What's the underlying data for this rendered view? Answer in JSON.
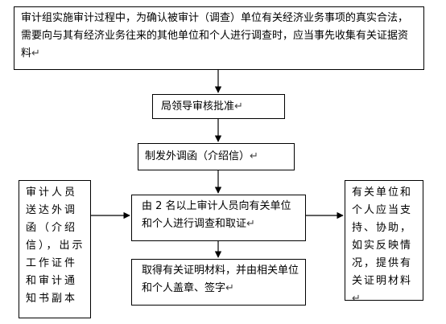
{
  "flow": {
    "step1": "审计组实施审计过程中，为确认被审计（调查）单位有关经济业务事项的真实合法，需要向与其有经济业务往来的其他单位和个人进行调查时，应当事先收集有关证据资料",
    "step2": "局领导审核批准",
    "step3": "制发外调函（介绍信）",
    "step4": "由 2 名以上审计人员向有关单位和个人进行调查和取证",
    "step5": "取得有关证明材料，并由相关单位和个人盖章、签字"
  },
  "side": {
    "left": "审计人员送达外调函（介绍信），出示工作证件和审计通知书副本",
    "right": "有关单位和个人应当支持、协助，如实反映情况，提供有关证明材料"
  },
  "return_mark": "↵"
}
